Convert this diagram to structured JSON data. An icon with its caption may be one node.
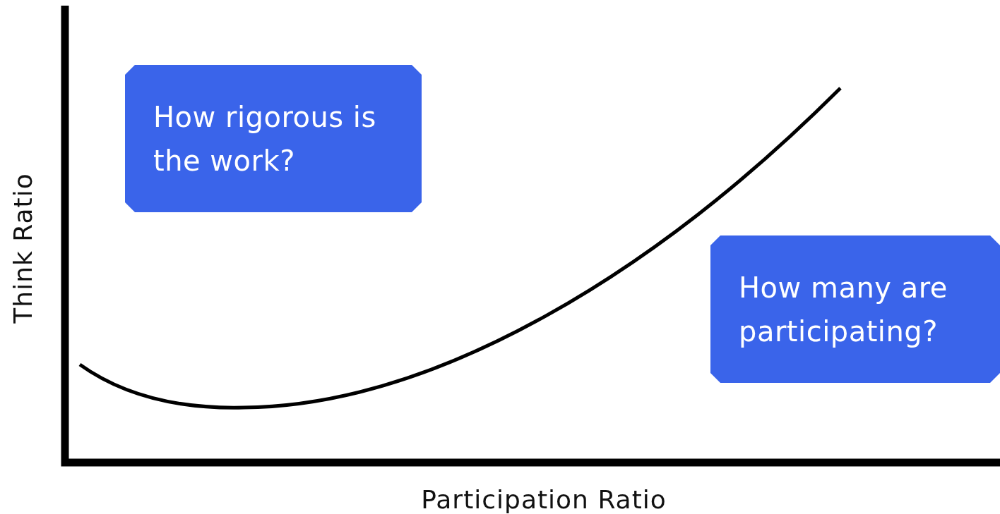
{
  "diagram": {
    "nodes": [
      {
        "text": [
          "How rigorous is the work?"
        ]
      },
      {
        "text": [
          "How many are participating?"
        ]
      }
    ],
    "labels": [
      "Think Ratio",
      "Participation Ratio"
    ]
  }
}
